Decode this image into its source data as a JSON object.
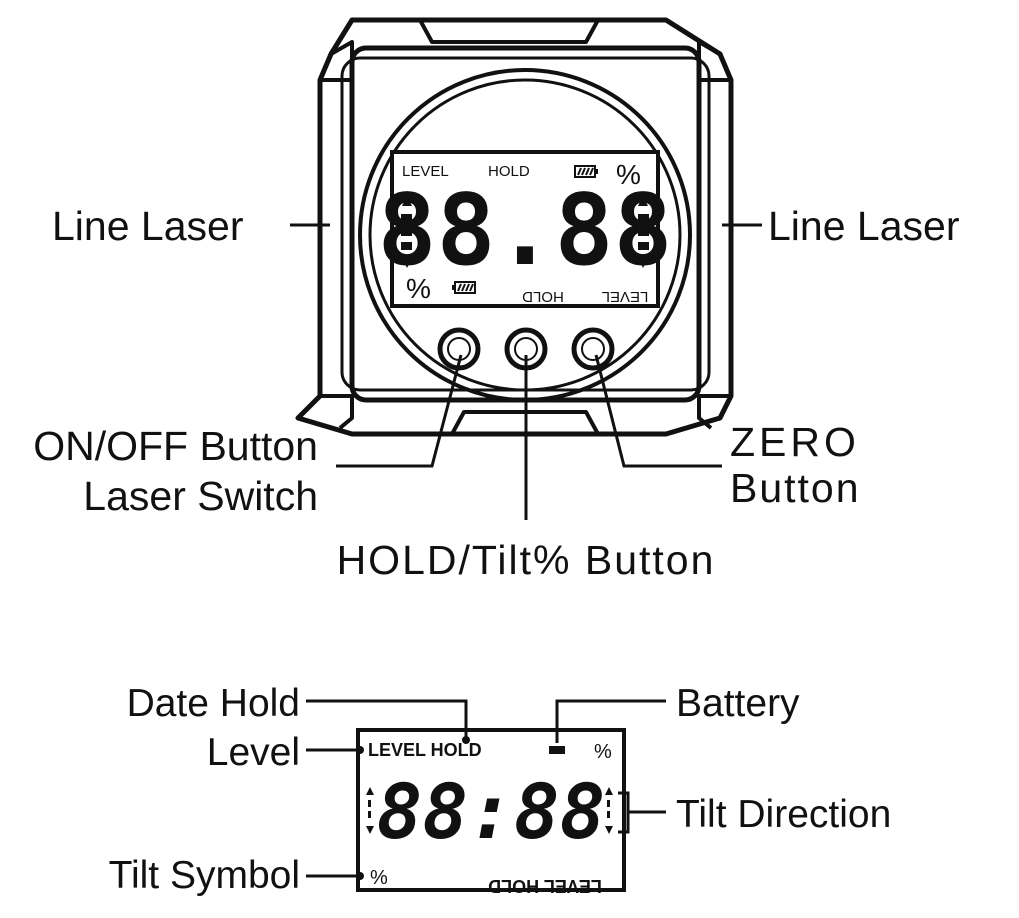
{
  "device": {
    "lcd": {
      "top_level": "LEVEL",
      "top_hold": "HOLD",
      "top_percent": "%",
      "digits": "88.88",
      "bottom_percent": "%",
      "bottom_hold": "HOLD",
      "bottom_level": "LEVEL"
    },
    "callouts": {
      "laser_left": "Line Laser",
      "laser_right": "Line Laser",
      "onoff_line1": "ON/OFF Button",
      "onoff_line2": "Laser Switch",
      "zero_line1": "ZERO",
      "zero_line2": "Button",
      "hold_tilt": "HOLD/Tilt% Button"
    }
  },
  "display_detail": {
    "lcd": {
      "top_left": "LEVEL HOLD",
      "top_percent": "%",
      "digits": "88:88",
      "bottom_percent": "%",
      "bottom_right": "LEVEL HOLD"
    },
    "callouts": {
      "date_hold": "Date Hold",
      "level": "Level",
      "battery": "Battery",
      "tilt_direction": "Tilt Direction",
      "tilt_symbol": "Tilt Symbol"
    }
  },
  "colors": {
    "ink": "#111111",
    "paper": "#ffffff"
  }
}
